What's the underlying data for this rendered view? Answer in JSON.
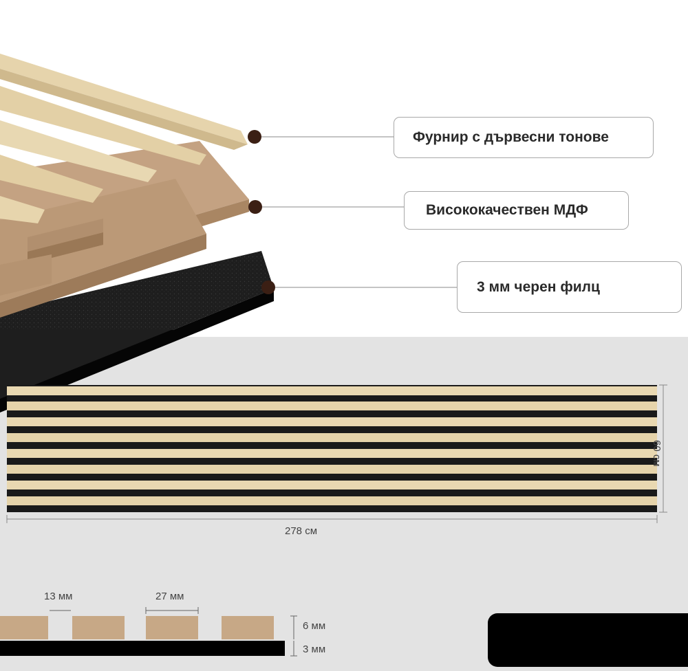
{
  "layers": {
    "veneer": "Фурнир с дървесни тонове",
    "mdf": "Висококачествен МДФ",
    "felt": "3 мм черен филц"
  },
  "dimensions": {
    "length": "278 см",
    "height": "60 см",
    "slot_width": "13 мм",
    "slat_width": "27 мм",
    "slat_thickness": "6 мм",
    "felt_thickness": "3 мм"
  },
  "colors": {
    "veneer": "#e7d6ae",
    "mdf": "#c19f7e",
    "felt": "#1f1f1f",
    "marker": "#3b1f14",
    "bottom_background": "#e3e3e3"
  }
}
